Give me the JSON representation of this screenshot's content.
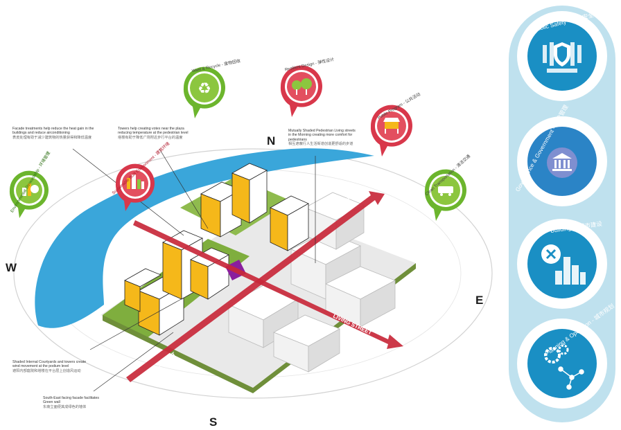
{
  "compass": {
    "north": "N",
    "south": "S",
    "east": "E",
    "west": "W"
  },
  "streets": {
    "label_sw": "LIVING STREET",
    "label_se": "LIVING STREET",
    "label_ne": "LIVING STREET"
  },
  "badges": [
    {
      "label": "Environmental Stewardship - 环境管理",
      "color": "#6cb52d",
      "icon": "leaf-city-icon"
    },
    {
      "label": "Sustainable Built Environment - 建筑环境",
      "color": "#d8384b",
      "icon": "city-skyline-icon"
    },
    {
      "label": "Wast & Recycle - 废物回收",
      "color": "#6cb52d",
      "icon": "recycle-icon"
    },
    {
      "label": "Resilient Design - 弹性设计",
      "color": "#d8384b",
      "icon": "tree-icon"
    },
    {
      "label": "Public Program - 公共活动",
      "color": "#d8384b",
      "icon": "market-stall-icon"
    },
    {
      "label": "Clean Transportation - 清洁交通",
      "color": "#6cb52d",
      "icon": "tram-icon"
    }
  ],
  "annotations": {
    "facade": {
      "en": "Facade treatments help reduce the heat gain in the buildings and reduce airconditioning",
      "cn": "表皮处理有助于减少建筑物的热量获得和降低温度"
    },
    "towers": {
      "en": "Towers help creating votex near the plaza reducing temperature at the pedestrian level",
      "cn": "塔楼有助于降低广场附近步行平台的温度"
    },
    "shaded_living": {
      "en": "Mutually Shaded Pedestrian Living streets in the Morning creating more comfort for pedestrians",
      "cn": "相互遮蔽行人生活街道创造更舒适的步道"
    },
    "courtyards": {
      "en": "Shaded Internal Courtyards and towers create wind movement at the podium level",
      "cn": "遮阳内部庭院和塔楼在平台层上创造风运动"
    },
    "southeast": {
      "en": "South-East facing facade facilitates Green wall",
      "cn": "东南立面便其成绿色的墙体"
    }
  },
  "side_panel": {
    "items": [
      {
        "title": "Public Safety - 公众安全",
        "icon": "shield-icon"
      },
      {
        "title": "Governance & Government - 行政管理",
        "icon": "government-building-icon"
      },
      {
        "title": "Buildings - 城市建设",
        "icon": "tools-icon"
      },
      {
        "title": "Planning & Operation - 城市规划",
        "icon": "gears-network-icon"
      }
    ]
  },
  "colors": {
    "water": "#3aa6da",
    "street": "#c8283a",
    "tower": "#f5b81a",
    "green_roof": "#7fae3e",
    "panel": "#bfe1ee",
    "panel_circle": "#1a8fc4"
  }
}
